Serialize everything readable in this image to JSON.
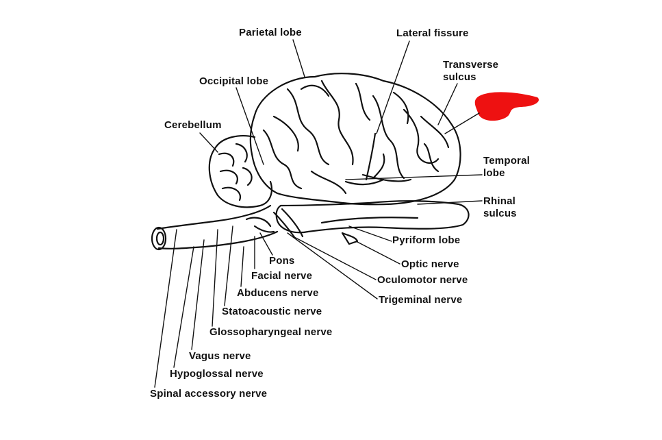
{
  "diagram": {
    "labels": {
      "parietal_lobe": "Parietal lobe",
      "lateral_fissure": "Lateral fissure",
      "transverse_sulcus": "Transverse\nsulcus",
      "occipital_lobe": "Occipital lobe",
      "cerebellum": "Cerebellum",
      "temporal_lobe": "Temporal\nlobe",
      "rhinal_sulcus": "Rhinal\nsulcus",
      "pyriform_lobe": "Pyriform lobe",
      "pons": "Pons",
      "optic_nerve": "Optic nerve",
      "facial_nerve": "Facial nerve",
      "oculomotor_nerve": "Oculomotor nerve",
      "abducens_nerve": "Abducens nerve",
      "trigeminal_nerve": "Trigeminal nerve",
      "statoacoustic_nerve": "Statoacoustic nerve",
      "glossopharyngeal_nerve": "Glossopharyngeal nerve",
      "vagus_nerve": "Vagus nerve",
      "hypoglossal_nerve": "Hypoglossal nerve",
      "spinal_accessory_nerve": "Spinal accessory nerve"
    },
    "colors": {
      "line": "#111111",
      "highlight_mark": "#ee1111"
    }
  }
}
